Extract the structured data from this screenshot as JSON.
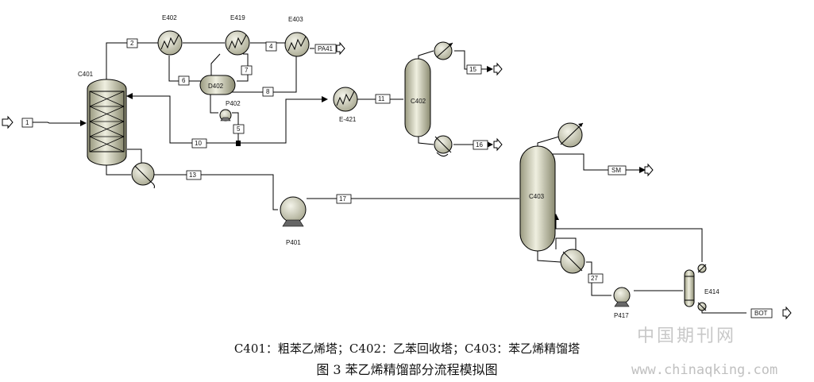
{
  "equipment": {
    "c401": "C401",
    "c402": "C402",
    "c403": "C403",
    "e402": "E402",
    "e419": "E419",
    "e403": "E403",
    "e421": "E-421",
    "d402": "D402",
    "p402": "P402",
    "p401": "P401",
    "p417": "P417",
    "e414": "E414"
  },
  "streams": {
    "s1": "1",
    "s2": "2",
    "s4": "4",
    "s5": "5",
    "s6": "6",
    "s7": "7",
    "s8": "8",
    "s10": "10",
    "s11": "11",
    "s13": "13",
    "s15": "15",
    "s16": "16",
    "s17": "17",
    "s27": "27",
    "pa41": "PA41",
    "sm": "SM",
    "bot": "BOT"
  },
  "caption": {
    "legend": "C401：粗苯乙烯塔；C402：乙苯回收塔；C403：苯乙烯精馏塔",
    "title": "图 3  苯乙烯精馏部分流程模拟图"
  },
  "watermark": {
    "site_cn": "中国期刊网",
    "url": "www.chinaqking.com"
  },
  "colors": {
    "vessel_fill": "#d9d9c2",
    "line": "#000000",
    "watermark": "#c8c8c8"
  }
}
